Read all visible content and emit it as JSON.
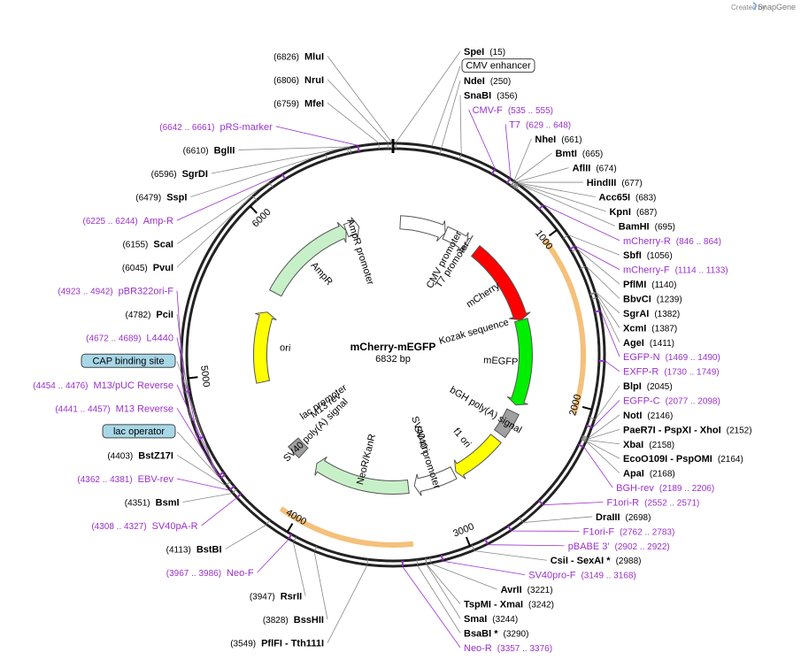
{
  "credit": {
    "text": "Created by",
    "brand": "SnapGene"
  },
  "plasmid": {
    "name": "mCherry-mEGFP",
    "size_label": "6832 bp",
    "length": 6832
  },
  "colors": {
    "enzyme": "#000000",
    "primer": "#9a32cd",
    "backbone": "#222222"
  },
  "ticks": [
    {
      "pos": 1000,
      "label": "1000"
    },
    {
      "pos": 2000,
      "label": "2000"
    },
    {
      "pos": 3000,
      "label": "3000"
    },
    {
      "pos": 4000,
      "label": "4000"
    },
    {
      "pos": 5000,
      "label": "5000"
    },
    {
      "pos": 6000,
      "label": "6000"
    }
  ],
  "features": [
    {
      "name": "CMV enhancer",
      "start": 60,
      "end": 440,
      "ring": 0,
      "color": "#ffffff",
      "arrow": true,
      "label": ""
    },
    {
      "name": "CMV promoter",
      "start": 440,
      "end": 640,
      "ring": 0,
      "color": "#ffffff",
      "arrow": true,
      "label": "CMV promoter"
    },
    {
      "name": "T7 promoter",
      "start": 629,
      "end": 648,
      "ring": 0,
      "color": "#ffffff",
      "arrow": true,
      "label": "T7 promoter"
    },
    {
      "name": "mCherry",
      "start": 730,
      "end": 1420,
      "ring": 0,
      "color": "#ff0000",
      "arrow": true,
      "label": "mCherry"
    },
    {
      "name": "mEGFP",
      "start": 1420,
      "end": 2130,
      "ring": 0,
      "color": "#00ee00",
      "arrow": true,
      "label": "mEGFP"
    },
    {
      "name": "bGH poly(A) signal",
      "start": 2190,
      "end": 2400,
      "ring": 0,
      "color": "#a0a0a0",
      "arrow": false,
      "label": "bGH poly(A) signal"
    },
    {
      "name": "f1 ori",
      "start": 2450,
      "end": 2880,
      "ring": 0,
      "color": "#ffff00",
      "arrow": true,
      "label": "f1 ori"
    },
    {
      "name": "SV40 promoter",
      "start": 2900,
      "end": 3240,
      "ring": 0,
      "color": "#ffffff",
      "arrow": true,
      "label": "SV40 promoter"
    },
    {
      "name": "NeoR/KanR",
      "start": 3290,
      "end": 4080,
      "ring": 0,
      "color": "#c8f0c8",
      "arrow": true,
      "label": "NeoR/KanR"
    },
    {
      "name": "SV40 poly(A) signal",
      "start": 4220,
      "end": 4340,
      "ring": 0,
      "color": "#a0a0a0",
      "arrow": false,
      "label": "SV40 poly(A) signal"
    },
    {
      "name": "ori",
      "start": 4900,
      "end": 5480,
      "ring": 0,
      "color": "#ffff00",
      "arrow": true,
      "label": "ori"
    },
    {
      "name": "AmpR",
      "start": 5650,
      "end": 6440,
      "ring": 0,
      "color": "#c8f0c8",
      "arrow": true,
      "label": "AmpR"
    },
    {
      "name": "AmpR promoter",
      "start": 6440,
      "end": 6550,
      "ring": 0,
      "color": "#ffffff",
      "arrow": true,
      "label": "AmpR promoter"
    }
  ],
  "inner_labels": [
    {
      "text": "Kozak sequence",
      "pos": 1410
    },
    {
      "text": "SV40 ori",
      "pos": 3060
    },
    {
      "text": "lac promoter",
      "pos": 4470
    },
    {
      "text": "M13 rev",
      "pos": 4420
    }
  ],
  "outer_bands": [
    {
      "start": 1000,
      "end": 2050,
      "color": "#f5c07a"
    },
    {
      "start": 3300,
      "end": 4100,
      "color": "#f5c07a"
    }
  ],
  "enzymes": [
    {
      "name": "SpeI",
      "pos": "(15)",
      "site": 15
    },
    {
      "name": "NdeI",
      "pos": "(250)",
      "site": 250
    },
    {
      "name": "SnaBI",
      "pos": "(356)",
      "site": 356
    },
    {
      "name": "NheI",
      "pos": "(661)",
      "site": 661
    },
    {
      "name": "BmtI",
      "pos": "(665)",
      "site": 665
    },
    {
      "name": "AflII",
      "pos": "(674)",
      "site": 674
    },
    {
      "name": "HindIII",
      "pos": "(677)",
      "site": 677
    },
    {
      "name": "Acc65I",
      "pos": "(683)",
      "site": 683
    },
    {
      "name": "KpnI",
      "pos": "(687)",
      "site": 687
    },
    {
      "name": "BamHI",
      "pos": "(695)",
      "site": 695
    },
    {
      "name": "SbfI",
      "pos": "(1056)",
      "site": 1056
    },
    {
      "name": "PflMI",
      "pos": "(1140)",
      "site": 1140
    },
    {
      "name": "BbvCI",
      "pos": "(1239)",
      "site": 1239
    },
    {
      "name": "SgrAI",
      "pos": "(1382)",
      "site": 1382
    },
    {
      "name": "XcmI",
      "pos": "(1387)",
      "site": 1387
    },
    {
      "name": "AgeI",
      "pos": "(1411)",
      "site": 1411
    },
    {
      "name": "BlpI",
      "pos": "(2045)",
      "site": 2045
    },
    {
      "name": "NotI",
      "pos": "(2146)",
      "site": 2146
    },
    {
      "name": "PaeR7I - PspXI - XhoI",
      "pos": "(2152)",
      "site": 2152
    },
    {
      "name": "XbaI",
      "pos": "(2158)",
      "site": 2158
    },
    {
      "name": "EcoO109I - PspOMI",
      "pos": "(2164)",
      "site": 2164
    },
    {
      "name": "ApaI",
      "pos": "(2168)",
      "site": 2168
    },
    {
      "name": "DraIII",
      "pos": "(2698)",
      "site": 2698
    },
    {
      "name": "CsiI - SexAI *",
      "pos": "(2988)",
      "site": 2988
    },
    {
      "name": "AvrII",
      "pos": "(3221)",
      "site": 3221
    },
    {
      "name": "TspMI - XmaI",
      "pos": "(3242)",
      "site": 3242
    },
    {
      "name": "SmaI",
      "pos": "(3244)",
      "site": 3244
    },
    {
      "name": "BsaBI *",
      "pos": "(3290)",
      "site": 3290
    },
    {
      "name": "PflFI - Tth111I",
      "pos": "(3549)",
      "site": 3549
    },
    {
      "name": "BssHII",
      "pos": "(3828)",
      "site": 3828
    },
    {
      "name": "RsrII",
      "pos": "(3947)",
      "site": 3947
    },
    {
      "name": "BstBI",
      "pos": "(4113)",
      "site": 4113
    },
    {
      "name": "BsmI",
      "pos": "(4351)",
      "site": 4351
    },
    {
      "name": "BstZ17I",
      "pos": "(4403)",
      "site": 4403
    },
    {
      "name": "PciI",
      "pos": "(4782)",
      "site": 4782
    },
    {
      "name": "PvuI",
      "pos": "(6045)",
      "site": 6045
    },
    {
      "name": "ScaI",
      "pos": "(6155)",
      "site": 6155
    },
    {
      "name": "SspI",
      "pos": "(6479)",
      "site": 6479
    },
    {
      "name": "SgrDI",
      "pos": "(6596)",
      "site": 6596
    },
    {
      "name": "BglII",
      "pos": "(6610)",
      "site": 6610
    },
    {
      "name": "MfeI",
      "pos": "(6759)",
      "site": 6759
    },
    {
      "name": "NruI",
      "pos": "(6806)",
      "site": 6806
    },
    {
      "name": "MluI",
      "pos": "(6826)",
      "site": 6826
    }
  ],
  "primers": [
    {
      "name": "CMV-F",
      "pos": "(535 .. 555)",
      "site": 545
    },
    {
      "name": "T7",
      "pos": "(629 .. 648)",
      "site": 638
    },
    {
      "name": "mCherry-R",
      "pos": "(846 .. 864)",
      "site": 855
    },
    {
      "name": "mCherry-F",
      "pos": "(1114 .. 1133)",
      "site": 1123
    },
    {
      "name": "EGFP-N",
      "pos": "(1469 .. 1490)",
      "site": 1480
    },
    {
      "name": "EXFP-R",
      "pos": "(1730 .. 1749)",
      "site": 1740
    },
    {
      "name": "EGFP-C",
      "pos": "(2077 .. 2098)",
      "site": 2088
    },
    {
      "name": "BGH-rev",
      "pos": "(2189 .. 2206)",
      "site": 2198
    },
    {
      "name": "F1ori-R",
      "pos": "(2552 .. 2571)",
      "site": 2562
    },
    {
      "name": "F1ori-F",
      "pos": "(2762 .. 2783)",
      "site": 2772
    },
    {
      "name": "pBABE 3'",
      "pos": "(2902 .. 2922)",
      "site": 2912
    },
    {
      "name": "SV40pro-F",
      "pos": "(3149 .. 3168)",
      "site": 3158
    },
    {
      "name": "Neo-R",
      "pos": "(3357 .. 3376)",
      "site": 3366
    },
    {
      "name": "Neo-F",
      "pos": "(3967 .. 3986)",
      "site": 3976
    },
    {
      "name": "SV40pA-R",
      "pos": "(4308 .. 4327)",
      "site": 4318
    },
    {
      "name": "EBV-rev",
      "pos": "(4362 .. 4381)",
      "site": 4372
    },
    {
      "name": "M13 Reverse",
      "pos": "(4441 .. 4457)",
      "site": 4449
    },
    {
      "name": "M13/pUC Reverse",
      "pos": "(4454 .. 4476)",
      "site": 4465
    },
    {
      "name": "L4440",
      "pos": "(4672 .. 4689)",
      "site": 4680
    },
    {
      "name": "pBR322ori-F",
      "pos": "(4923 .. 4942)",
      "site": 4932
    },
    {
      "name": "Amp-R",
      "pos": "(6225 .. 6244)",
      "site": 6234
    },
    {
      "name": "pRS-marker",
      "pos": "(6642 .. 6661)",
      "site": 6651
    }
  ],
  "boxed_features": [
    {
      "name": "CMV enhancer",
      "site": 200
    },
    {
      "name": "CAP binding site",
      "site": 4500
    },
    {
      "name": "lac operator",
      "site": 4440
    }
  ]
}
